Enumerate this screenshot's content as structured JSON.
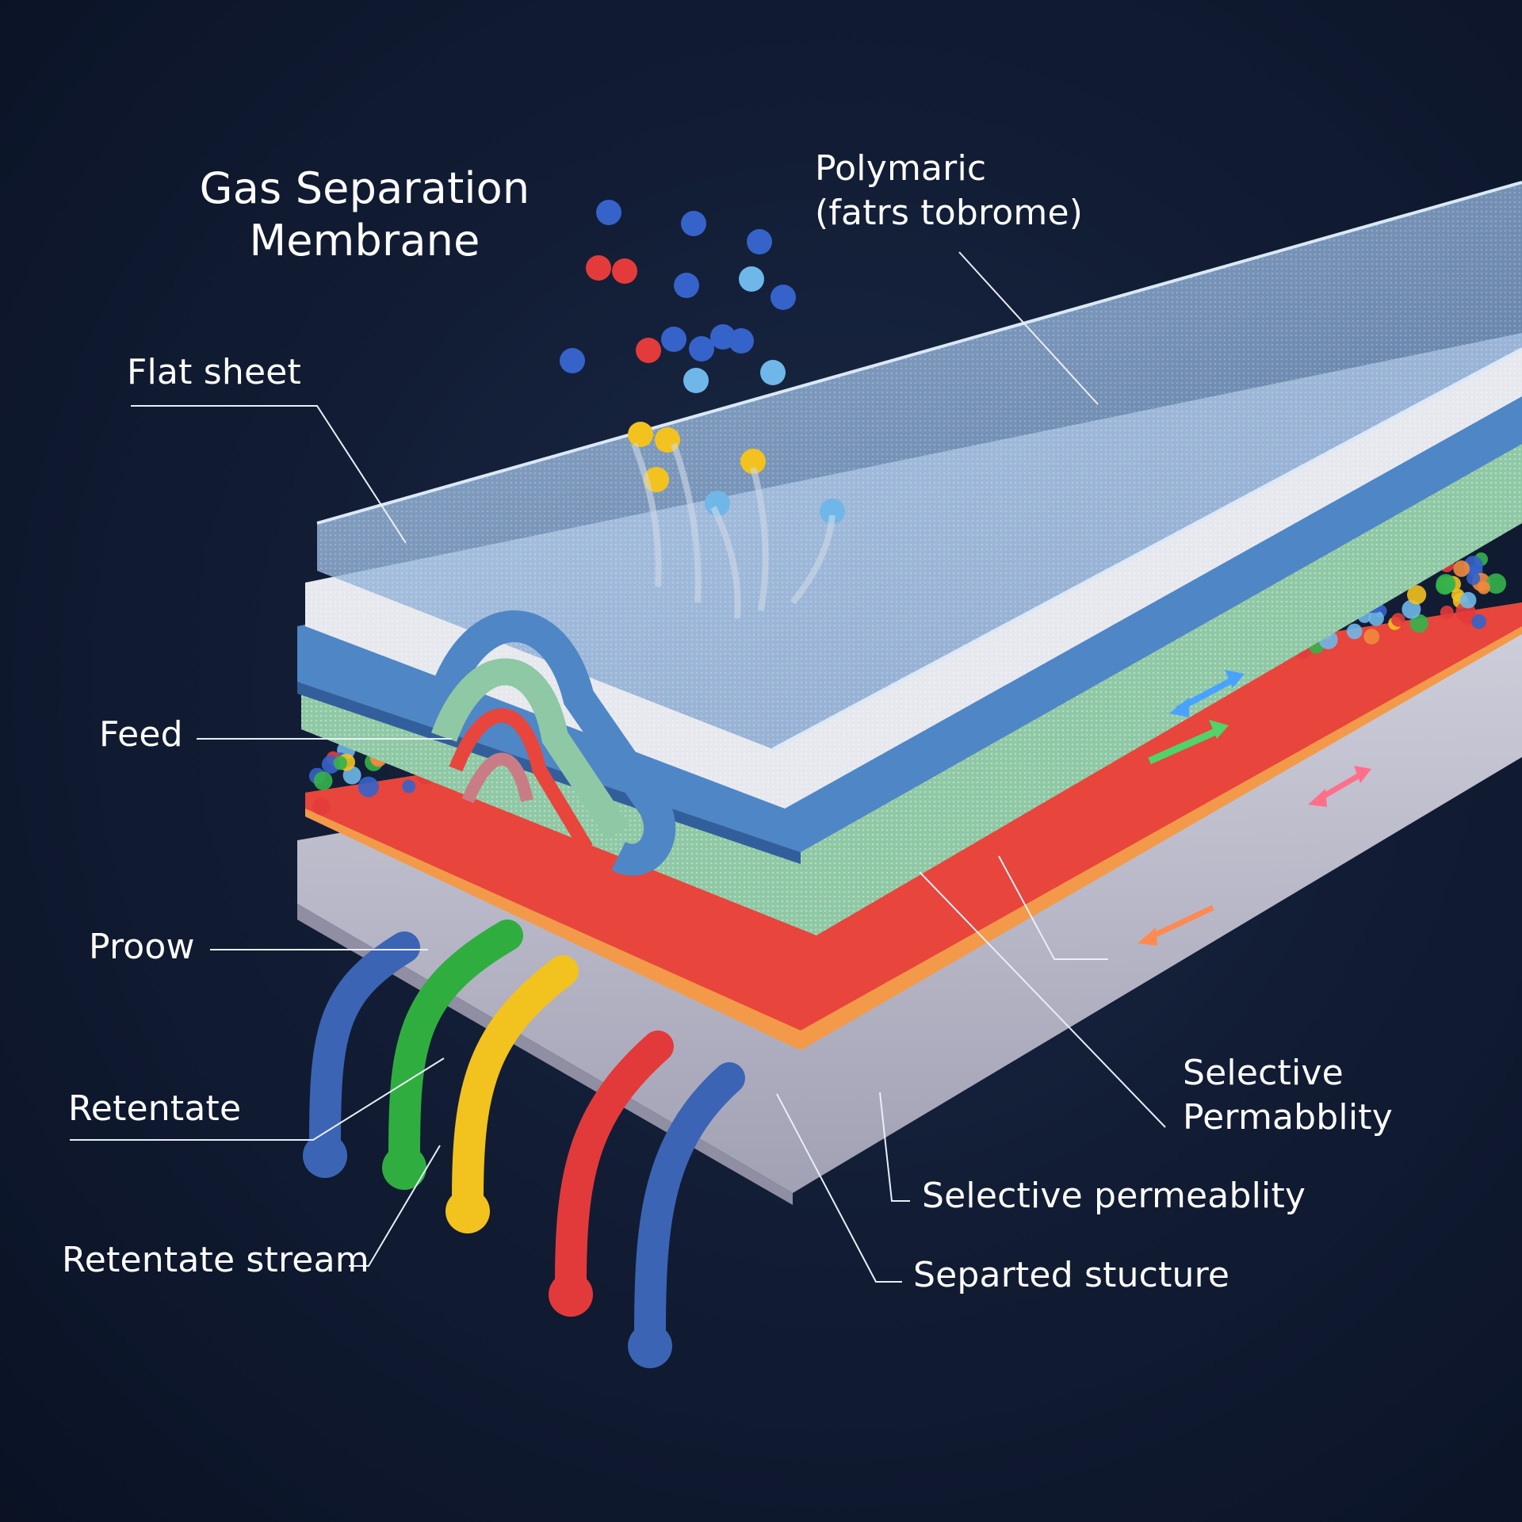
{
  "labels": {
    "title_line1": "Gas Separation",
    "title_line2": "Membrane",
    "polymaric_line1": "Polymaric",
    "polymaric_line2": "(fatrs tobrome)",
    "flat_sheet": "Flat sheet",
    "feed": "Feed",
    "proow": "Proow",
    "retentate": "Retentate",
    "retentate_stream": "Retentate stream",
    "selective_perm_line1": "Selective",
    "selective_perm_line2": "Permabblity",
    "selective_permeablity": "Selective permeablity",
    "separted_stucture": "Separted stucture"
  },
  "colors": {
    "background": "#0f1a30",
    "glass_layer": "#8fb4da",
    "blue_layer": "#4f86c6",
    "green_layer": "#8fc8a5",
    "red_layer": "#e8453c",
    "base_layer": "#c9c8d6",
    "tube_colors": [
      "#3b64b4",
      "#2fae3f",
      "#f2c21f",
      "#e23a3a",
      "#3b64b4"
    ]
  }
}
